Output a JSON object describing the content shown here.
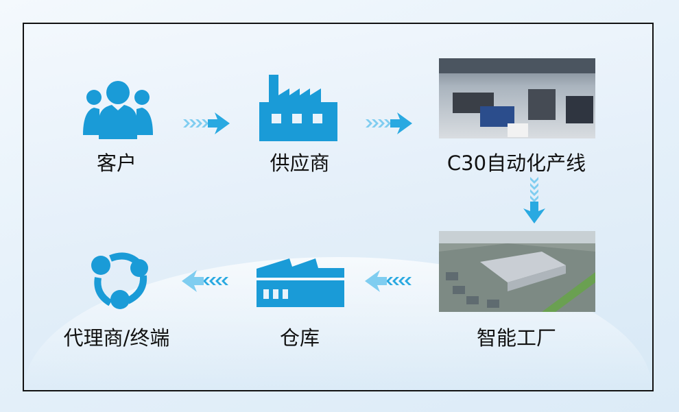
{
  "colors": {
    "icon": "#1a9bd7",
    "arrow": "#29a9e1"
  },
  "nodes": {
    "customer": {
      "label": "客户",
      "icon": "people-icon"
    },
    "supplier": {
      "label": "供应商",
      "icon": "factory-icon"
    },
    "line": {
      "label": "C30自动化产线",
      "icon": "production-line-photo"
    },
    "factory": {
      "label": "智能工厂",
      "icon": "smart-factory-photo"
    },
    "warehouse": {
      "label": "仓库",
      "icon": "warehouse-icon"
    },
    "agent": {
      "label": "代理商/终端",
      "icon": "network-icon"
    }
  }
}
